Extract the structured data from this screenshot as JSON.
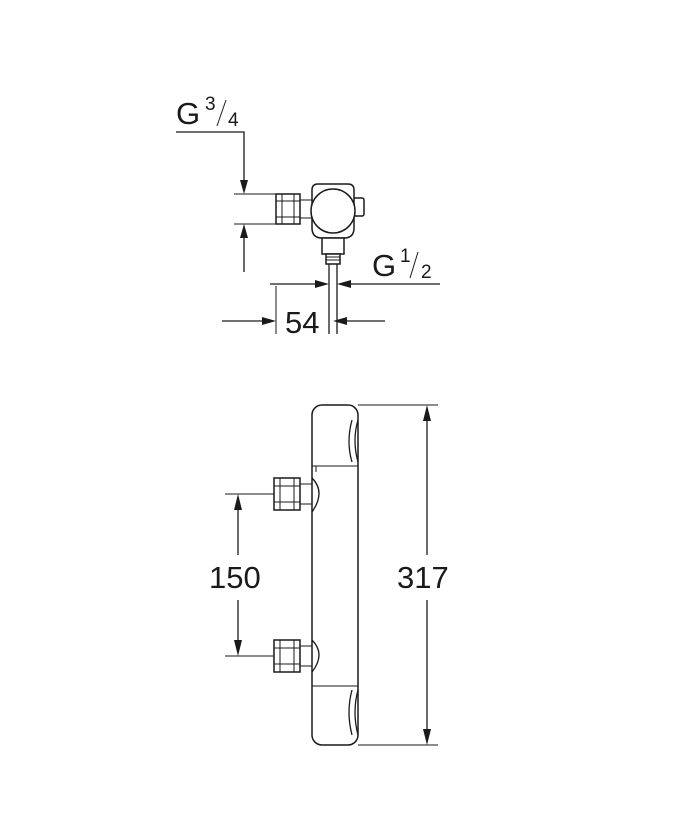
{
  "labels": {
    "inlet_thread": {
      "prefix": "G",
      "num": "3",
      "den": "4"
    },
    "outlet_thread": {
      "prefix": "G",
      "num": "1",
      "den": "2"
    },
    "side_depth": "54",
    "inlet_centers": "150",
    "total_height": "317"
  },
  "colors": {
    "line": "#1a1a1a",
    "background": "#ffffff"
  }
}
